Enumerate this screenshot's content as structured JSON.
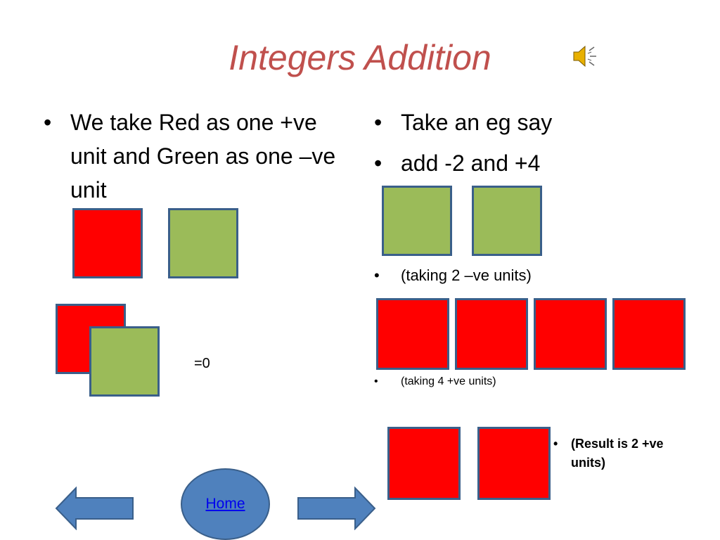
{
  "title": "Integers Addition",
  "colors": {
    "title": "#c0504d",
    "positive_unit": "#ff0000",
    "negative_unit": "#9bbb59",
    "tile_border": "#3a5f8a",
    "nav_fill": "#4f81bd"
  },
  "icons": {
    "speaker": "speaker-icon",
    "back": "left-arrow-icon",
    "next": "right-arrow-icon",
    "bullet": "•"
  },
  "left": {
    "bullet": "We take  Red as one +ve unit and Green as one –ve unit",
    "equals": "=0"
  },
  "right": {
    "bullet1": "Take an eg say",
    "bullet2": "add -2 and +4",
    "note_negative": "(taking 2 –ve units)",
    "note_positive": "(taking 4 +ve units)",
    "result": "(Result is 2 +ve units)"
  },
  "nav": {
    "home_label": "Home"
  }
}
